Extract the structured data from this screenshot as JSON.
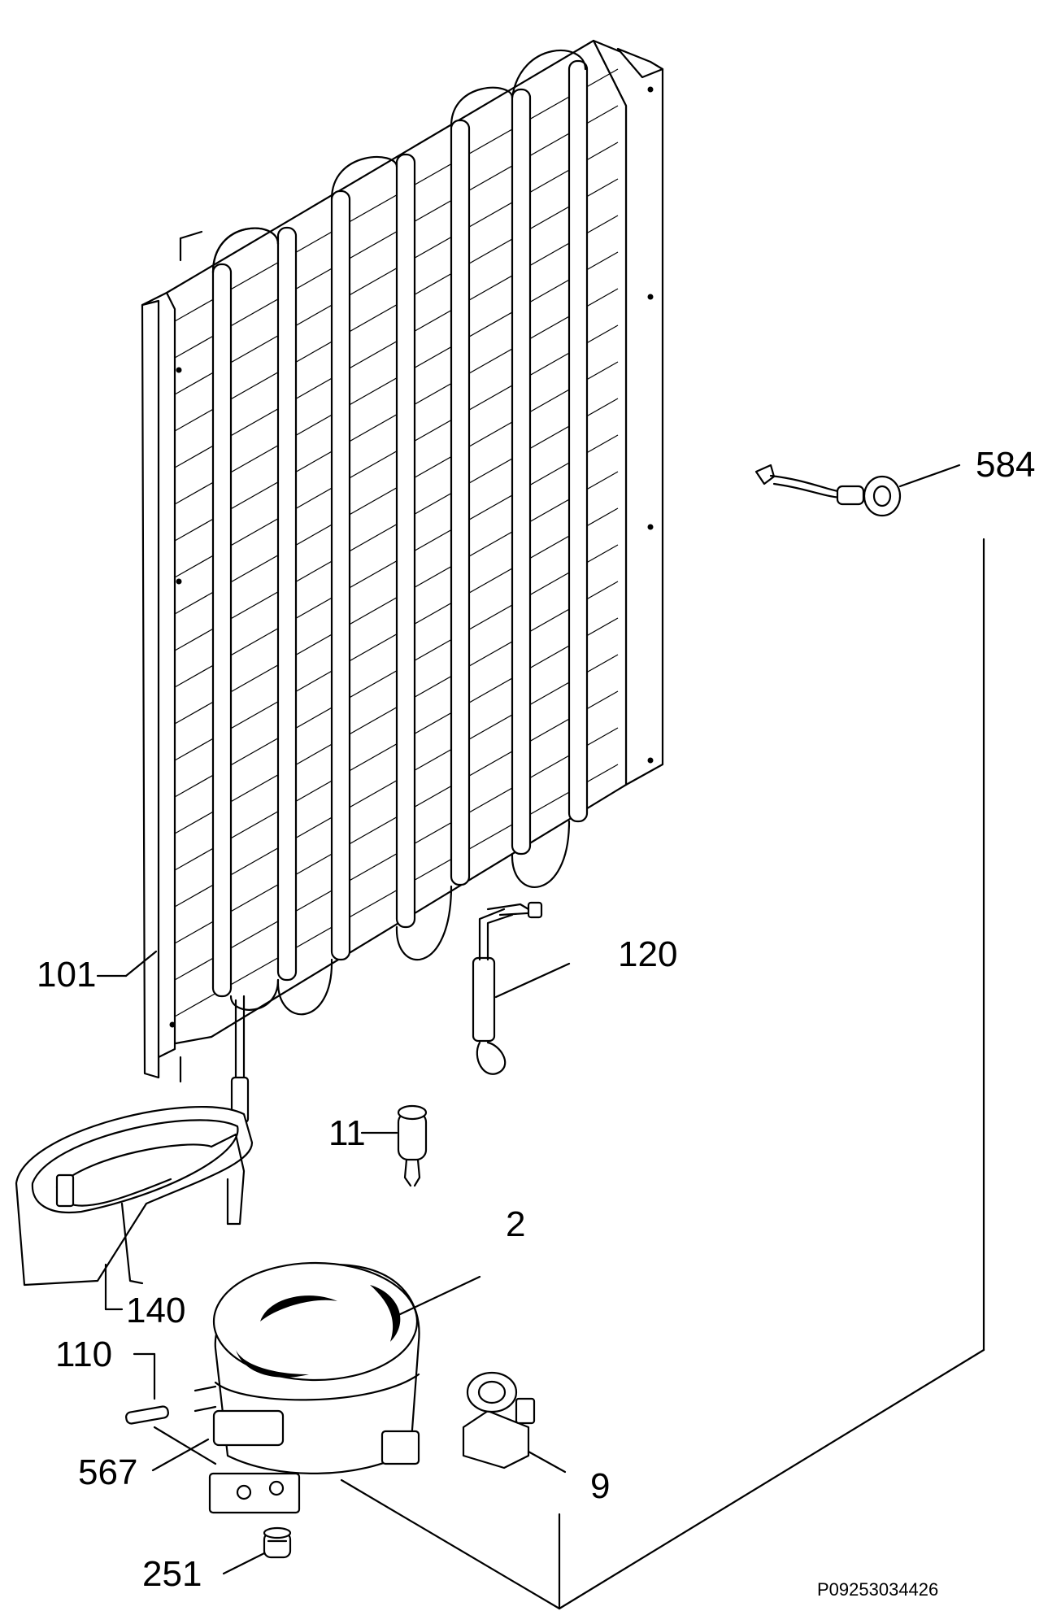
{
  "labels": {
    "l584": "584",
    "l120": "120",
    "l101": "101",
    "l11": "11",
    "l2": "2",
    "l140": "140",
    "l110": "110",
    "l567": "567",
    "l9": "9",
    "l251": "251"
  },
  "drawing_code": "P09253034426"
}
